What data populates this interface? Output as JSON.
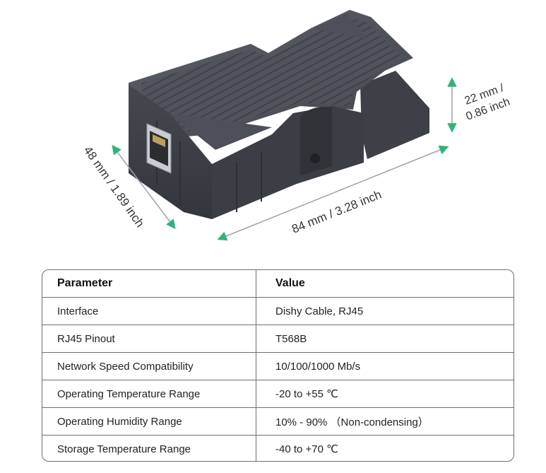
{
  "product_image": {
    "dimension_labels": {
      "width": "84 mm / 3.28 inch",
      "depth": "48 mm / 1.89 inch",
      "height_line1": "22 mm /",
      "height_line2": "0.86 inch"
    },
    "colors": {
      "arrow": "#2fb37a",
      "body": "#4a4d55"
    }
  },
  "spec_table": {
    "headers": {
      "parameter": "Parameter",
      "value": "Value"
    },
    "rows": [
      {
        "parameter": "Interface",
        "value": "Dishy Cable, RJ45"
      },
      {
        "parameter": "RJ45 Pinout",
        "value": "T568B"
      },
      {
        "parameter": "Network Speed Compatibility",
        "value": "10/100/1000 Mb/s"
      },
      {
        "parameter": "Operating Temperature Range",
        "value": "-20 to +55 ℃"
      },
      {
        "parameter": "Operating Humidity Range",
        "value": "10%  - 90%  （Non-condensing）"
      },
      {
        "parameter": "Storage Temperature Range",
        "value": "-40 to +70 ℃"
      }
    ]
  }
}
